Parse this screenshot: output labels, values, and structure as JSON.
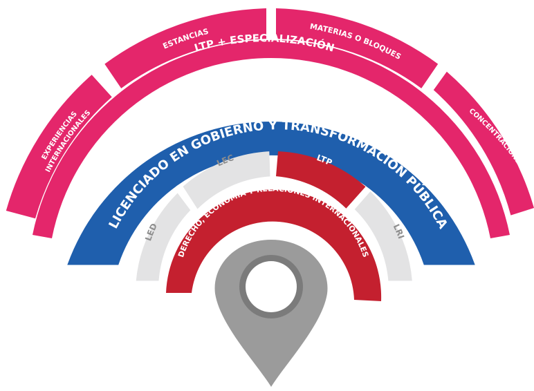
{
  "colors": {
    "pink": "#e4266b",
    "blue": "#1f5fad",
    "red": "#c4202f",
    "light_grey": "#e3e3e4",
    "pin_grey": "#9b9b9b",
    "pin_ring": "#7b7b7b",
    "text_grey": "#8e8e8e",
    "white": "#ffffff"
  },
  "outer_ring": {
    "estancias": "ESTANCIAS",
    "materias": "MATERIAS O BLOQUES",
    "experiencias_line1": "EXPERIENCIAS",
    "experiencias_line2": "INTERNACIONALES",
    "concentraciones": "CONCENTRACIONES"
  },
  "specialization_band": {
    "label": "LTP + ESPECIALIZACIÓN"
  },
  "degree_band": {
    "label": "LICENCIADO EN GOBIERNO Y TRANSFORMACIÓN PÚBLICA"
  },
  "programs": {
    "led": "LED",
    "lec": "LEC",
    "ltp": "LTP",
    "lri": "LRI"
  },
  "core_band": {
    "label": "DERECHO, ECONOMÍA Y RELACIONES INTERNACIONALES"
  },
  "pin": {
    "icon": "location-pin-icon"
  }
}
